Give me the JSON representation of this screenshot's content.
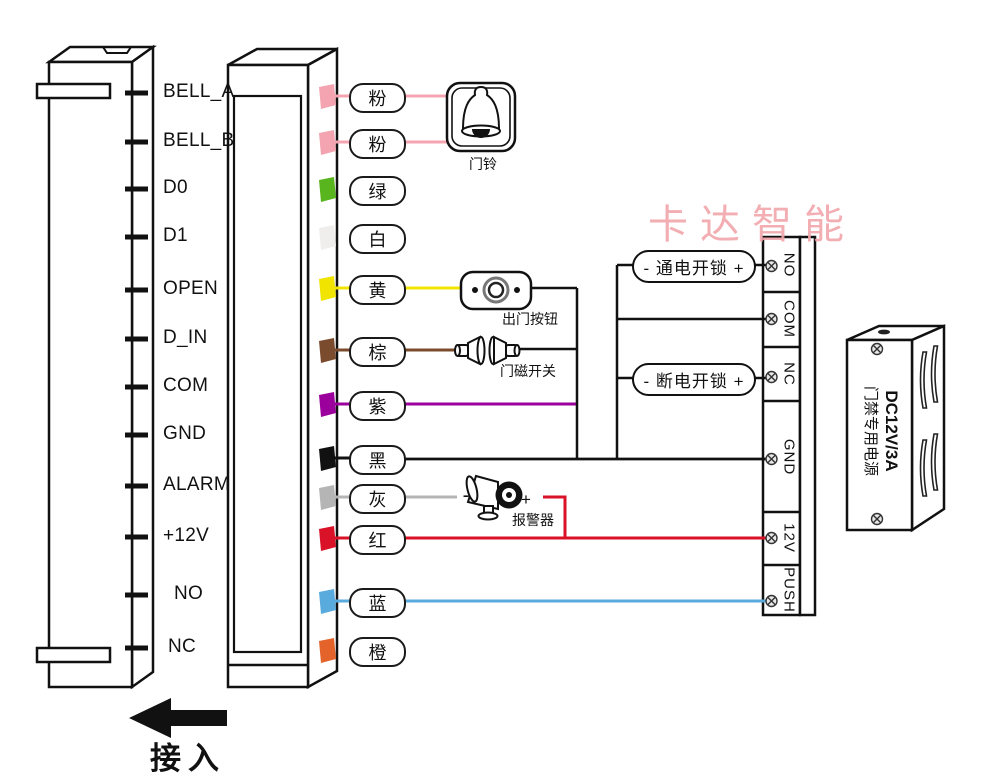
{
  "watermark": "卡达智能",
  "bottom": {
    "arrow_label": "接入"
  },
  "rows": [
    {
      "port": "BELL_A",
      "wire_label": "粉",
      "wire_color": "#f4a4b0"
    },
    {
      "port": "BELL_B",
      "wire_label": "粉",
      "wire_color": "#f4a4b0"
    },
    {
      "port": "D0",
      "wire_label": "绿",
      "wire_color": "#58b51e"
    },
    {
      "port": "D1",
      "wire_label": "白",
      "wire_color": "#efeeec"
    },
    {
      "port": "OPEN",
      "wire_label": "黄",
      "wire_color": "#f0e400"
    },
    {
      "port": "D_IN",
      "wire_label": "棕",
      "wire_color": "#7b4b2e"
    },
    {
      "port": "COM",
      "wire_label": "紫",
      "wire_color": "#9c009c"
    },
    {
      "port": "GND",
      "wire_label": "黑",
      "wire_color": "#111111"
    },
    {
      "port": "ALARM",
      "wire_label": "灰",
      "wire_color": "#b5b5b5"
    },
    {
      "port": "+12V",
      "wire_label": "红",
      "wire_color": "#da1228"
    },
    {
      "port": "NO",
      "wire_label": "蓝",
      "wire_color": "#59aadd"
    },
    {
      "port": "NC",
      "wire_label": "橙",
      "wire_color": "#e4632b"
    }
  ],
  "devices": {
    "doorbell": "门铃",
    "exit_button": "出门按钮",
    "door_sensor": "门磁开关",
    "alarm": "报警器",
    "alarm_minus": "-",
    "alarm_plus": "+"
  },
  "locks": {
    "power_on_unlock": "- 通电开锁 +",
    "power_off_unlock": "- 断电开锁 +"
  },
  "terminal_block": {
    "terminals": [
      "NO",
      "COM",
      "NC",
      "GND",
      "12V",
      "PUSH"
    ]
  },
  "power_supply": {
    "spec": "DC12V/3A",
    "name": "门禁专用电源"
  }
}
